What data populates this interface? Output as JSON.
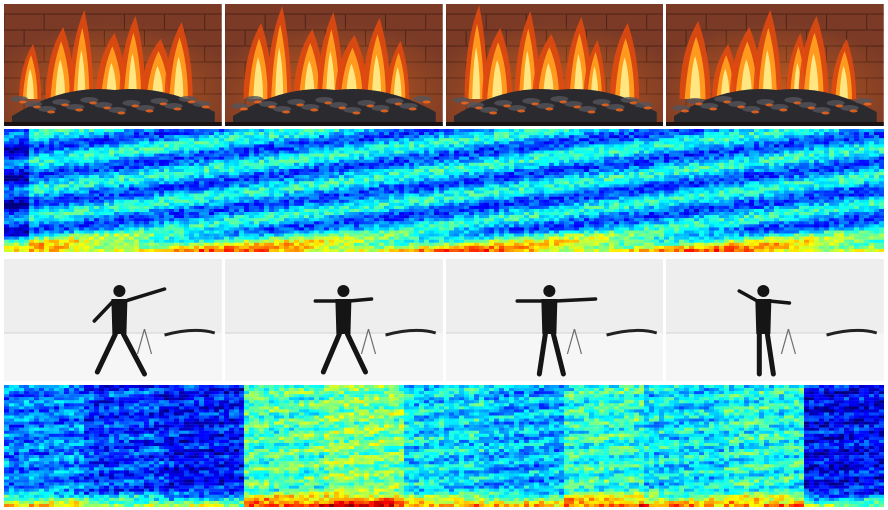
{
  "panels": [
    {
      "id": "fire",
      "kind": "video-frames",
      "subject": "fireplace-flames",
      "frame_count": 4
    },
    {
      "id": "fire-spectrogram",
      "kind": "spectrogram",
      "colormap": "jet"
    },
    {
      "id": "dance",
      "kind": "video-frames",
      "subject": "dancer-in-black-on-white-stage",
      "frame_count": 4
    },
    {
      "id": "dance-spectrogram",
      "kind": "spectrogram",
      "colormap": "jet"
    }
  ],
  "colors": {
    "brick": "#7a3a26",
    "brick_dark": "#4e2417",
    "flame_core": "#ffe680",
    "flame_mid": "#ff9a1f",
    "flame_outer": "#e04a10",
    "logs": "#2b2a2e",
    "studio": "#eeeeee",
    "dancer": "#151515"
  },
  "icons": [
    "fire-icon",
    "dancer-figure"
  ]
}
